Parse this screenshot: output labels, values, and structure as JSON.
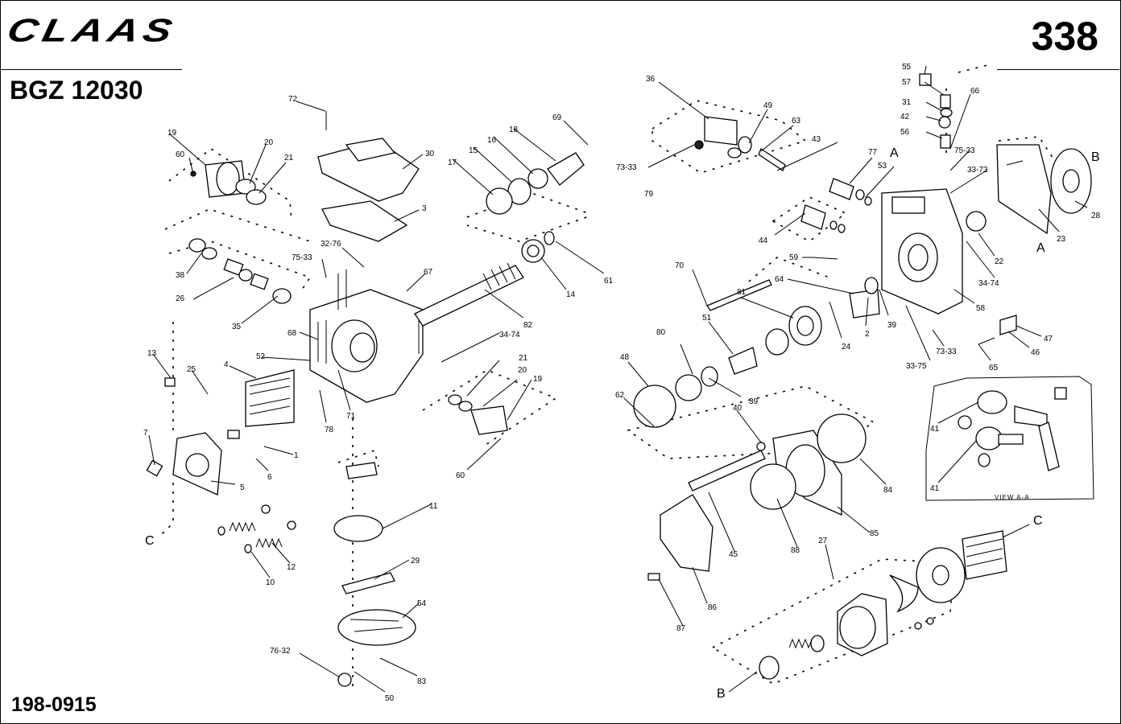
{
  "header": {
    "logo_text": "CLAAS",
    "page_number": "338",
    "model": "BGZ 12030"
  },
  "footer": {
    "doc_number": "198-0915"
  },
  "diagram": {
    "view_label": "VIEW A-A",
    "section_letters": [
      "A",
      "A",
      "B",
      "B",
      "C",
      "C"
    ],
    "callouts": [
      "72",
      "30",
      "3",
      "19",
      "60",
      "20",
      "21",
      "38",
      "26",
      "35",
      "75-33",
      "32-76",
      "67",
      "68",
      "52",
      "13",
      "25",
      "4",
      "7",
      "5",
      "1",
      "6",
      "71",
      "78",
      "C",
      "10",
      "12",
      "11",
      "29",
      "54",
      "76-32",
      "50",
      "83",
      "34-74",
      "21",
      "20",
      "19",
      "60",
      "17",
      "15",
      "16",
      "18",
      "69",
      "14",
      "61",
      "82",
      "36",
      "49",
      "63",
      "43",
      "73-33",
      "79",
      "55",
      "57",
      "66",
      "31",
      "42",
      "56",
      "77",
      "A",
      "53",
      "75-33",
      "33-73",
      "B",
      "28",
      "44",
      "59",
      "70",
      "64",
      "81",
      "51",
      "80",
      "48",
      "62",
      "39",
      "40",
      "24",
      "2",
      "39",
      "22",
      "34-74",
      "23",
      "A",
      "58",
      "73-33",
      "33-75",
      "47",
      "46",
      "65",
      "41",
      "41",
      "84",
      "85",
      "88",
      "45",
      "86",
      "87",
      "27",
      "C",
      "B"
    ]
  }
}
